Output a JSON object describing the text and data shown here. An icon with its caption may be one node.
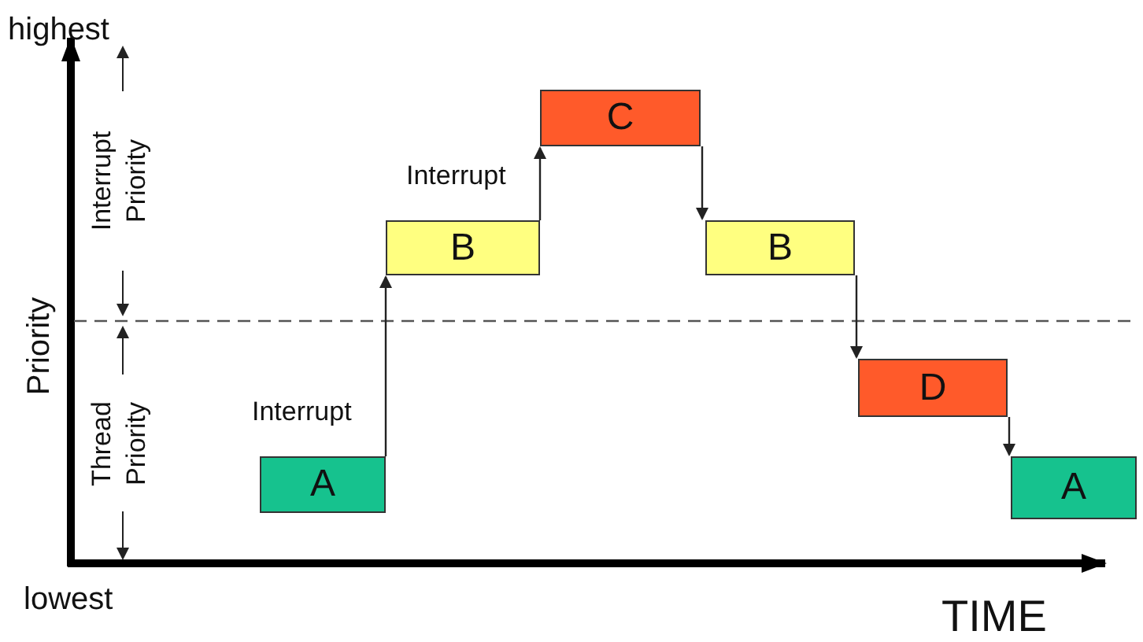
{
  "diagram": {
    "nodes": [
      {
        "text": [
          "A"
        ]
      },
      {
        "text": [
          "B"
        ]
      },
      {
        "text": [
          "C"
        ]
      },
      {
        "text": [
          "B"
        ]
      },
      {
        "text": [
          "D"
        ]
      },
      {
        "text": [
          "A"
        ]
      }
    ],
    "edges": [
      {
        "from": 0,
        "to": 1,
        "arrow": "to",
        "label": "Interrupt"
      },
      {
        "from": 1,
        "to": 2,
        "arrow": "to",
        "label": "Interrupt"
      },
      {
        "from": 2,
        "to": 3,
        "arrow": "to"
      },
      {
        "from": 3,
        "to": 4,
        "arrow": "to"
      },
      {
        "from": 4,
        "to": 5,
        "arrow": "to"
      }
    ],
    "labels": [
      "highest",
      "Priority",
      "Interrupt Priority",
      "Thread Priority",
      "lowest",
      "TIME"
    ]
  }
}
